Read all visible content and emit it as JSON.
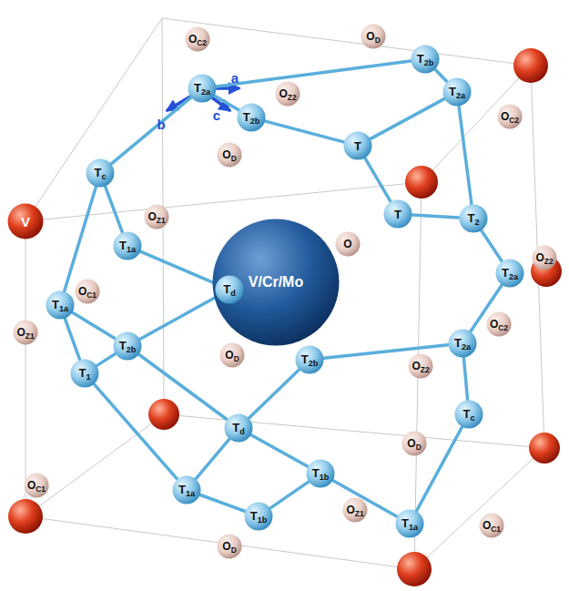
{
  "diagram": {
    "nodes": [
      {
        "text": [
          "OD"
        ]
      },
      {
        "text": [
          "OC2"
        ]
      },
      {
        "text": [
          "T2b"
        ]
      },
      {
        "text": [
          "T2a"
        ]
      },
      {
        "text": [
          "T2a"
        ]
      },
      {
        "text": [
          "OZ2"
        ]
      },
      {
        "text": [
          "OC2"
        ]
      },
      {
        "text": [
          "T2b"
        ]
      },
      {
        "text": [
          "T"
        ]
      },
      {
        "text": [
          "OD"
        ]
      },
      {
        "text": [
          "Tc"
        ]
      },
      {
        "text": [
          "T"
        ]
      },
      {
        "text": [
          "OZ1"
        ]
      },
      {
        "text": [
          "V"
        ]
      },
      {
        "text": [
          "T2"
        ]
      },
      {
        "text": [
          "T1a"
        ]
      },
      {
        "text": [
          "O"
        ]
      },
      {
        "text": [
          "OZ2"
        ]
      },
      {
        "text": [
          "T2a"
        ]
      },
      {
        "text": [
          "V/Cr/Mo"
        ]
      },
      {
        "text": [
          "Td"
        ]
      },
      {
        "text": [
          "OC1"
        ]
      },
      {
        "text": [
          "T1a"
        ]
      },
      {
        "text": [
          "OC2"
        ]
      },
      {
        "text": [
          "OZ1"
        ]
      },
      {
        "text": [
          "T2b"
        ]
      },
      {
        "text": [
          "T2a"
        ]
      },
      {
        "text": [
          "OD"
        ]
      },
      {
        "text": [
          "T2b"
        ]
      },
      {
        "text": [
          "OZ2"
        ]
      },
      {
        "text": [
          "T1"
        ]
      },
      {
        "text": [
          "Tc"
        ]
      },
      {
        "text": [
          "Td"
        ]
      },
      {
        "text": [
          "OD"
        ]
      },
      {
        "text": [
          "T1b"
        ]
      },
      {
        "text": [
          "OC1"
        ]
      },
      {
        "text": [
          "T1a"
        ]
      },
      {
        "text": [
          "OZ1"
        ]
      },
      {
        "text": [
          "T1b"
        ]
      },
      {
        "text": [
          "T1a"
        ]
      },
      {
        "text": [
          "OC1"
        ]
      },
      {
        "text": [
          "OD"
        ]
      }
    ],
    "edges": [
      {
        "from": 3,
        "to": 7,
        "arrow": "none"
      },
      {
        "from": 3,
        "to": 2,
        "arrow": "none"
      },
      {
        "from": 2,
        "to": 4,
        "arrow": "none"
      },
      {
        "from": 7,
        "to": 8,
        "arrow": "none"
      },
      {
        "from": 8,
        "to": 4,
        "arrow": "none"
      },
      {
        "from": 8,
        "to": 11,
        "arrow": "none"
      },
      {
        "from": 11,
        "to": 14,
        "arrow": "none"
      },
      {
        "from": 14,
        "to": 4,
        "arrow": "none"
      },
      {
        "from": 14,
        "to": 18,
        "arrow": "none"
      },
      {
        "from": 18,
        "to": 26,
        "arrow": "none"
      },
      {
        "from": 26,
        "to": 31,
        "arrow": "none"
      },
      {
        "from": 31,
        "to": 39,
        "arrow": "none"
      },
      {
        "from": 39,
        "to": 34,
        "arrow": "none"
      },
      {
        "from": 34,
        "to": 32,
        "arrow": "none"
      },
      {
        "from": 32,
        "to": 36,
        "arrow": "none"
      },
      {
        "from": 36,
        "to": 38,
        "arrow": "none"
      },
      {
        "from": 38,
        "to": 34,
        "arrow": "none"
      },
      {
        "from": 32,
        "to": 28,
        "arrow": "none"
      },
      {
        "from": 32,
        "to": 25,
        "arrow": "none"
      },
      {
        "from": 28,
        "to": 26,
        "arrow": "none"
      },
      {
        "from": 20,
        "to": 15,
        "arrow": "none"
      },
      {
        "from": 20,
        "to": 25,
        "arrow": "none"
      },
      {
        "from": 3,
        "to": 10,
        "arrow": "none"
      },
      {
        "from": 10,
        "to": 15,
        "arrow": "none"
      },
      {
        "from": 10,
        "to": 22,
        "arrow": "none"
      },
      {
        "from": 22,
        "to": 30,
        "arrow": "none"
      },
      {
        "from": 30,
        "to": 25,
        "arrow": "none"
      },
      {
        "from": 25,
        "to": 22,
        "arrow": "none"
      },
      {
        "from": 30,
        "to": 36,
        "arrow": "none"
      }
    ],
    "labels": [
      "a",
      "b",
      "c"
    ]
  }
}
